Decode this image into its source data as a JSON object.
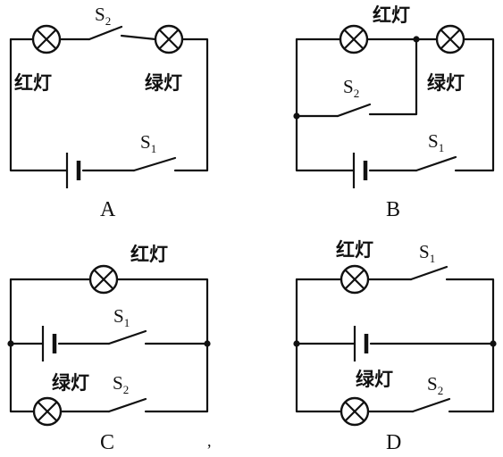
{
  "labels": {
    "red_lamp": "红灯",
    "green_lamp": "绿灯",
    "switch_letter": "S",
    "s1_sub": "1",
    "s2_sub": "2"
  },
  "options": {
    "a": "A",
    "b": "B",
    "c": "C",
    "d": "D"
  },
  "stray_mark": ","
}
